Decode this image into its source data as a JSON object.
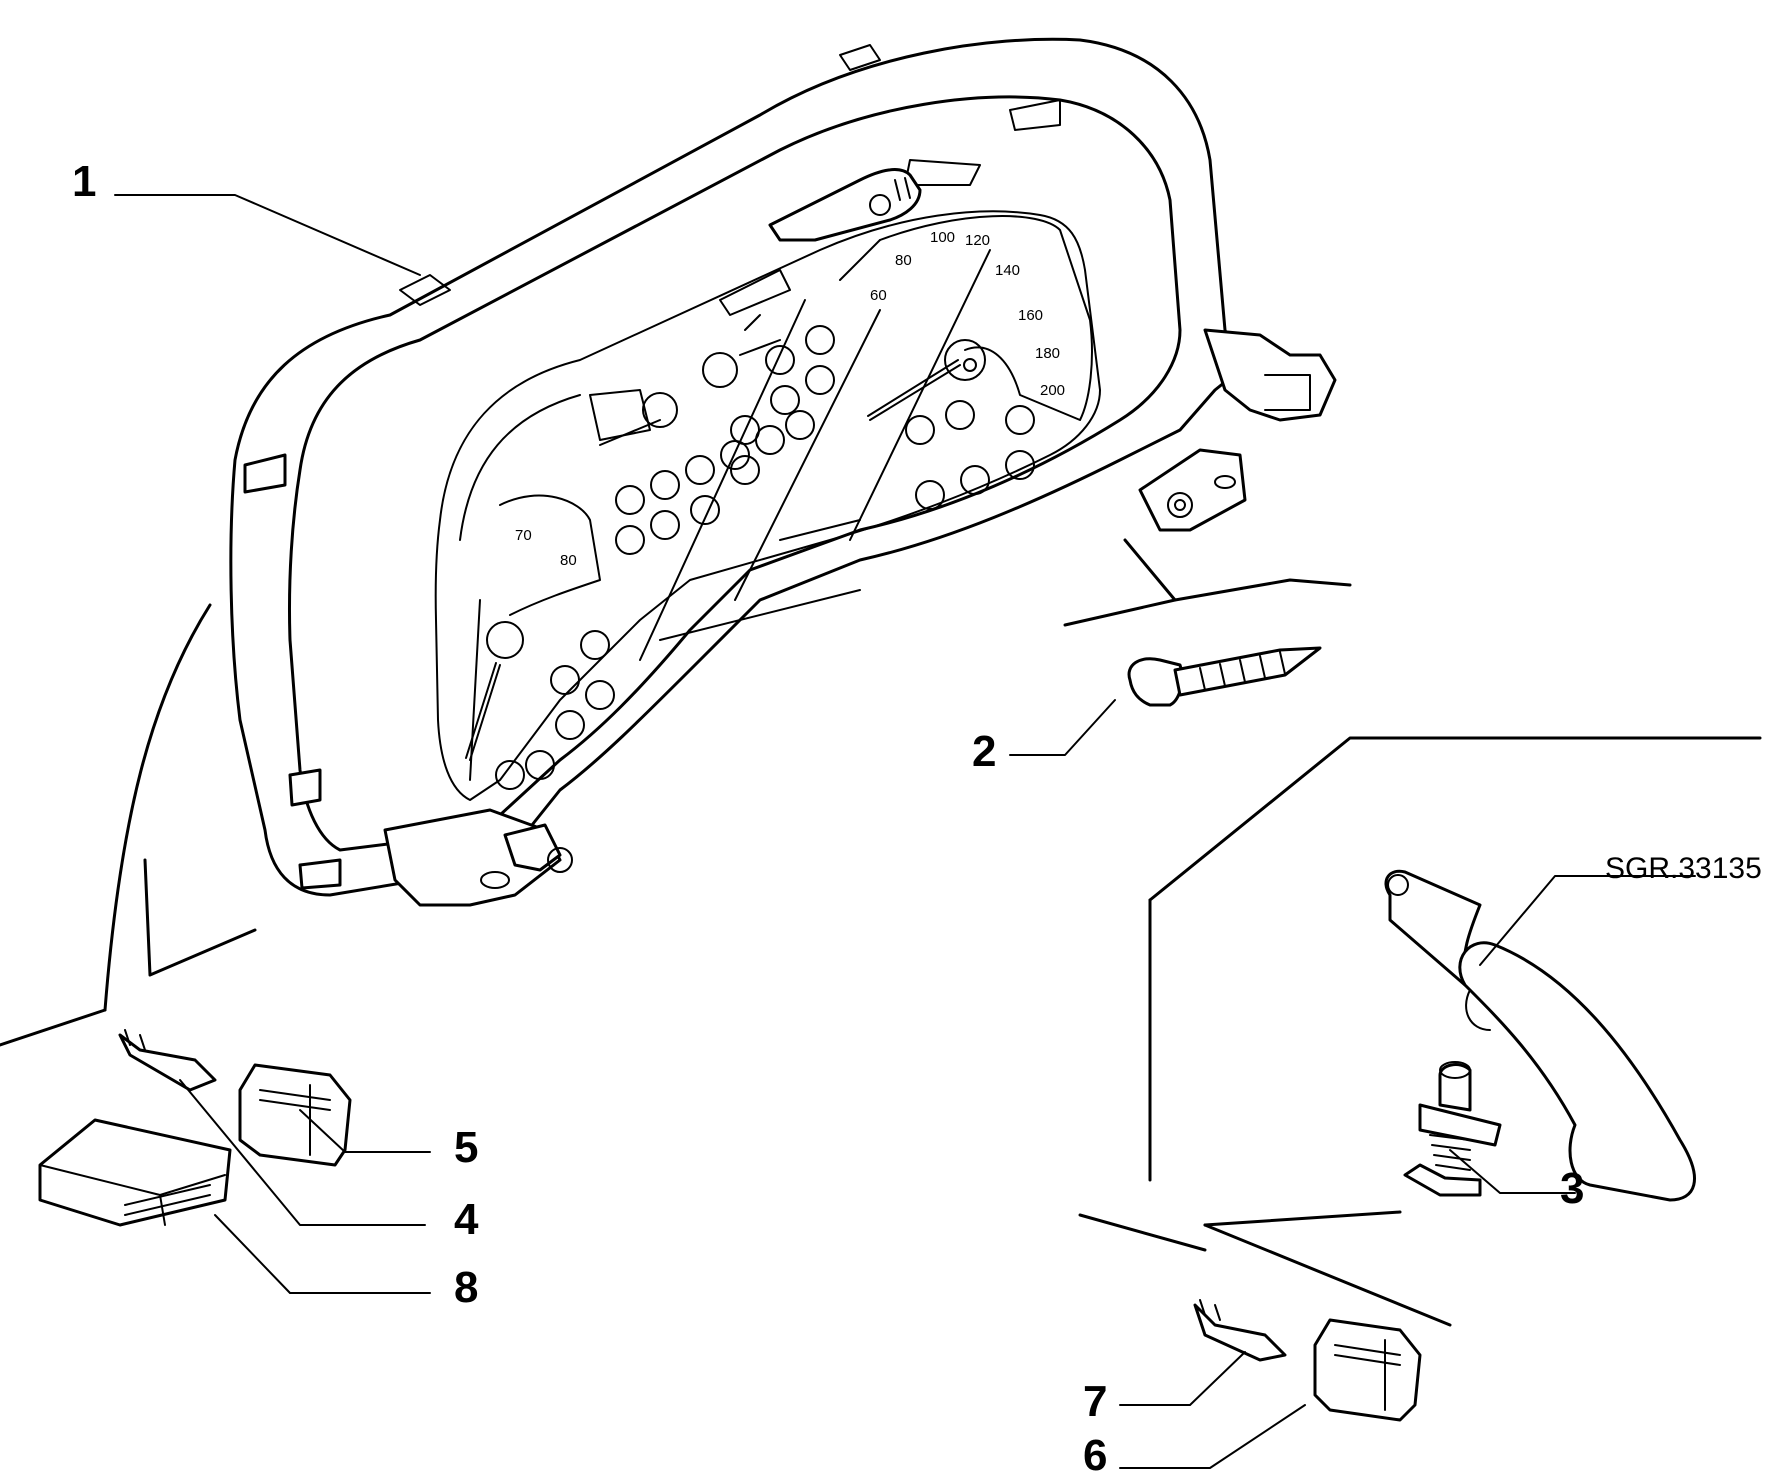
{
  "callouts": [
    {
      "id": "1",
      "label": "1"
    },
    {
      "id": "2",
      "label": "2"
    },
    {
      "id": "3",
      "label": "3"
    },
    {
      "id": "4",
      "label": "4"
    },
    {
      "id": "5",
      "label": "5"
    },
    {
      "id": "6",
      "label": "6"
    },
    {
      "id": "7",
      "label": "7"
    },
    {
      "id": "8",
      "label": "8"
    }
  ],
  "reference": {
    "code": "SGR.33135"
  },
  "speedometer_scale": [
    "60",
    "80",
    "100",
    "120",
    "140",
    "160",
    "180",
    "200"
  ],
  "temp_gauge_scale": [
    "70",
    "80"
  ]
}
